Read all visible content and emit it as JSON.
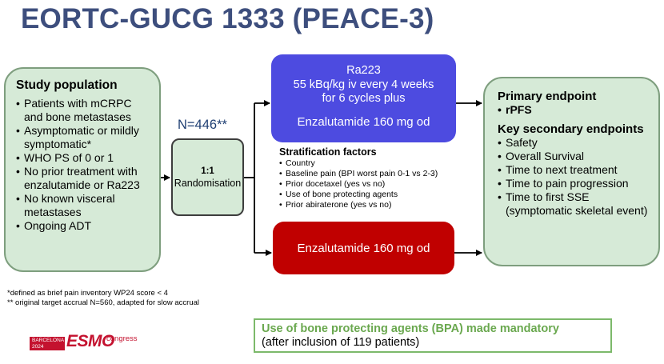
{
  "title": "EORTC-GUCG 1333 (PEACE-3)",
  "study_population": {
    "heading": "Study population",
    "items": [
      "Patients with mCRPC and bone metastases",
      "Asymptomatic or mildly symptomatic*",
      "WHO PS of 0 or 1",
      "No prior treatment with enzalutamide or Ra223",
      "No known visceral metastases",
      "Ongoing ADT"
    ]
  },
  "randomisation": {
    "n_label": "N=446**",
    "ratio": "1:1",
    "label": "Randomisation"
  },
  "arm_ra223": {
    "line1": "Ra223",
    "line2": "55 kBq/kg iv every 4 weeks",
    "line3": "for 6 cycles plus",
    "line4": "Enzalutamide 160 mg od",
    "color": "#4d4be0"
  },
  "arm_enzalutamide": {
    "label": "Enzalutamide 160 mg od",
    "color": "#c00000"
  },
  "stratification": {
    "title": "Stratification factors",
    "items": [
      "Country",
      "Baseline pain (BPI worst pain 0-1 vs 2-3)",
      "Prior docetaxel (yes vs no)",
      "Use of bone protecting agents",
      "Prior abiraterone (yes vs no)"
    ]
  },
  "endpoints": {
    "primary_heading": "Primary endpoint",
    "primary_items": [
      "rPFS"
    ],
    "secondary_heading": "Key secondary endpoints",
    "secondary_items": [
      "Safety",
      "Overall Survival",
      "Time to next treatment",
      "Time to pain progression",
      "Time to first SSE (symptomatic skeletal event)"
    ]
  },
  "footnotes": [
    "*defined as brief pain inventory WP24 score < 4",
    "** original target accrual N=560, adapted for slow accrual"
  ],
  "bpa_note": {
    "line1": "Use of bone protecting agents (BPA) made mandatory",
    "line2": "(after inclusion of 119 patients)"
  },
  "logo": {
    "city": "BARCELONA",
    "year": "2024",
    "brand": "ESMO",
    "suffix": "congress"
  },
  "colors": {
    "title": "#3d4e7d",
    "green_box": "#d6ead7",
    "accent_green": "#6aa84f",
    "esmo_red": "#c4122f"
  }
}
